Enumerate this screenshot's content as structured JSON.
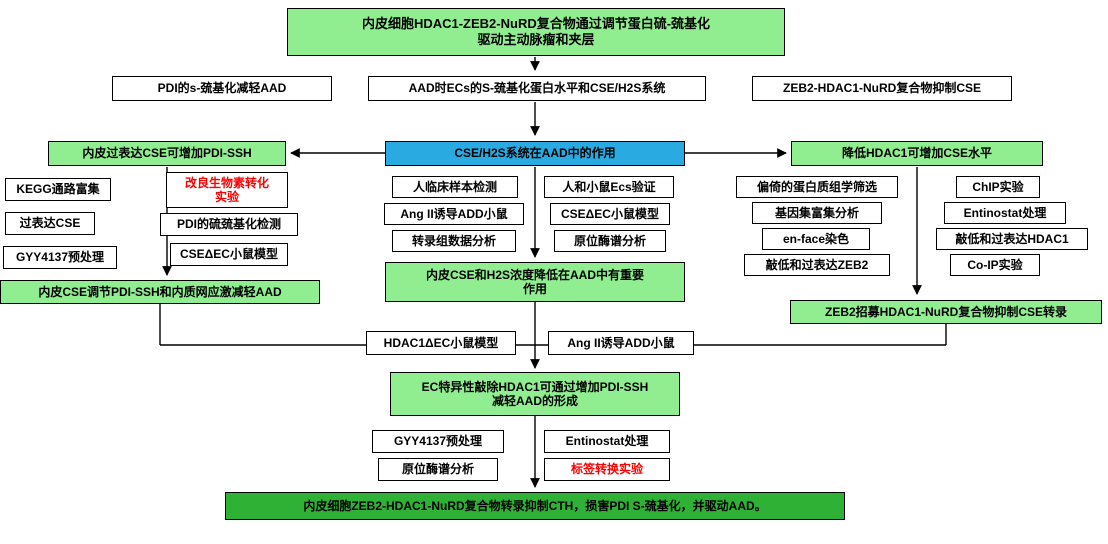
{
  "colors": {
    "light_green": "#90EE90",
    "blue": "#29ABE2",
    "dark_green": "#2EB135",
    "red_text": "#FF0000",
    "border": "#000000"
  },
  "title": "内皮细胞HDAC1-ZEB2-NuRD复合物通过调节蛋白硫-巯基化\n驱动主动脉瘤和夹层",
  "premises": {
    "pdi": "PDI的s-巯基化减轻AAD",
    "ecs": "AAD时ECs的S-巯基化蛋白水平和CSE/H2S系统",
    "zeb2": "ZEB2-HDAC1-NuRD复合物抑制CSE"
  },
  "hub": "CSE/H2S系统在AAD中的作用",
  "left": {
    "finding": "内皮过表达CSE可增加PDI-SSH",
    "methods": [
      "KEGG通路富集",
      "过表达CSE",
      "GYY4137预处理",
      "改良生物素转化\n实验",
      "PDI的硫巯基化检测",
      "CSEΔEC小鼠模型"
    ],
    "result": "内皮CSE调节PDI-SSH和内质网应激减轻AAD"
  },
  "center": {
    "methods": [
      "人临床样本检测",
      "Ang II诱导ADD小鼠",
      "转录组数据分析",
      "人和小鼠Ecs验证",
      "CSEΔEC小鼠模型",
      "原位酶谱分析"
    ],
    "result": "内皮CSE和H2S浓度降低在AAD中有重要\n作用"
  },
  "right": {
    "finding": "降低HDAC1可增加CSE水平",
    "methods": [
      "偏倚的蛋白质组学筛选",
      "基因集富集分析",
      "en-face染色",
      "敲低和过表达ZEB2",
      "ChIP实验",
      "Entinostat处理",
      "敲低和过表达HDAC1",
      "Co-IP实验"
    ],
    "result": "ZEB2招募HDAC1-NuRD复合物抑制CSE转录"
  },
  "models": {
    "hdac1": "HDAC1ΔEC小鼠模型",
    "angii": "Ang II诱导ADD小鼠"
  },
  "synthesis": "EC特异性敲除HDAC1可通过增加PDI-SSH\n减轻AAD的形成",
  "final_methods": [
    "GYY4137预处理",
    "Entinostat处理",
    "原位酶谱分析",
    "标签转换实验"
  ],
  "conclusion": "内皮细胞ZEB2-HDAC1-NuRD复合物转录抑制CTH，损害PDI S-巯基化，并驱动AAD。"
}
